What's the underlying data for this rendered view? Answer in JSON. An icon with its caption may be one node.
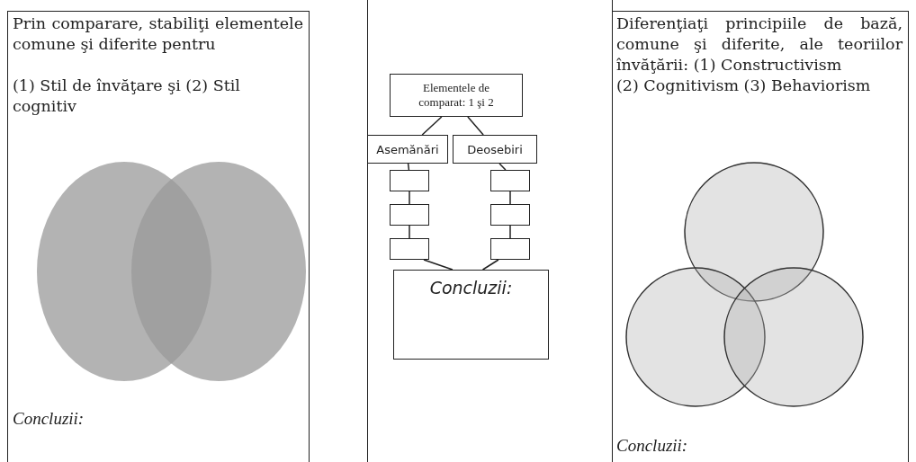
{
  "diagram": {
    "nodes": [
      {
        "text": [
          "Elementele de comparat: 1 şi 2"
        ]
      },
      {
        "text": [
          "Asemănări"
        ]
      },
      {
        "text": [
          "Deosebiri"
        ]
      },
      {
        "text": [],
        "shape": "box"
      },
      {
        "text": [],
        "shape": "box"
      },
      {
        "text": [],
        "shape": "box"
      },
      {
        "text": [],
        "shape": "box"
      },
      {
        "text": [],
        "shape": "box"
      },
      {
        "text": [],
        "shape": "box"
      },
      {
        "text": [
          "Concluzii:"
        ]
      }
    ],
    "edges": [
      {
        "from": 0,
        "to": 1,
        "arrow": "none"
      },
      {
        "from": 0,
        "to": 2,
        "arrow": "none"
      },
      {
        "from": 1,
        "to": 3,
        "arrow": "none"
      },
      {
        "from": 3,
        "to": 4,
        "arrow": "none"
      },
      {
        "from": 4,
        "to": 5,
        "arrow": "none"
      },
      {
        "from": 2,
        "to": 6,
        "arrow": "none"
      },
      {
        "from": 6,
        "to": 7,
        "arrow": "none"
      },
      {
        "from": 7,
        "to": 8,
        "arrow": "none"
      },
      {
        "from": 5,
        "to": 9,
        "arrow": "none"
      },
      {
        "from": 8,
        "to": 9,
        "arrow": "none"
      }
    ],
    "labels": [
      "Prin comparare, stabiliţi elementele comune şi diferite pentru",
      "(1) Stil de învăţare şi (2) Stil cognitiv",
      "Concluzii:",
      "Diferenţiaţi principiile de bază, comune şi diferite, ale teoriilor învăţării: (1) Constructivism",
      "(2) Cognitivism (3) Behaviorism",
      "Concluzii:"
    ]
  }
}
